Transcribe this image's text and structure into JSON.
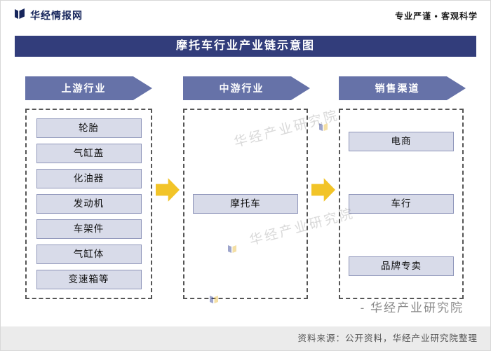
{
  "header": {
    "brand": "华经情报网",
    "tagline": "专业严谨 • 客观科学"
  },
  "title": "摩托车行业产业链示意图",
  "diagram": {
    "columns": [
      {
        "banner": "上游行业",
        "items": [
          "轮胎",
          "气缸盖",
          "化油器",
          "发动机",
          "车架件",
          "气缸体",
          "变速箱等"
        ]
      },
      {
        "banner": "中游行业",
        "items": [
          "摩托车"
        ]
      },
      {
        "banner": "销售渠道",
        "items": [
          "电商",
          "车行",
          "品牌专卖"
        ]
      }
    ]
  },
  "watermark": {
    "text": "华经产业研究院",
    "signature": "- 华经产业研究院"
  },
  "footer": {
    "source": "资料来源：公开资料，华经产业研究院整理"
  },
  "colors": {
    "title_bar": "#323d7b",
    "banner": "#6672a8",
    "item_box": "#d8dbe9",
    "item_border": "#8f96ba",
    "arrow": "#f2c428",
    "brand_navy": "#17265c"
  }
}
